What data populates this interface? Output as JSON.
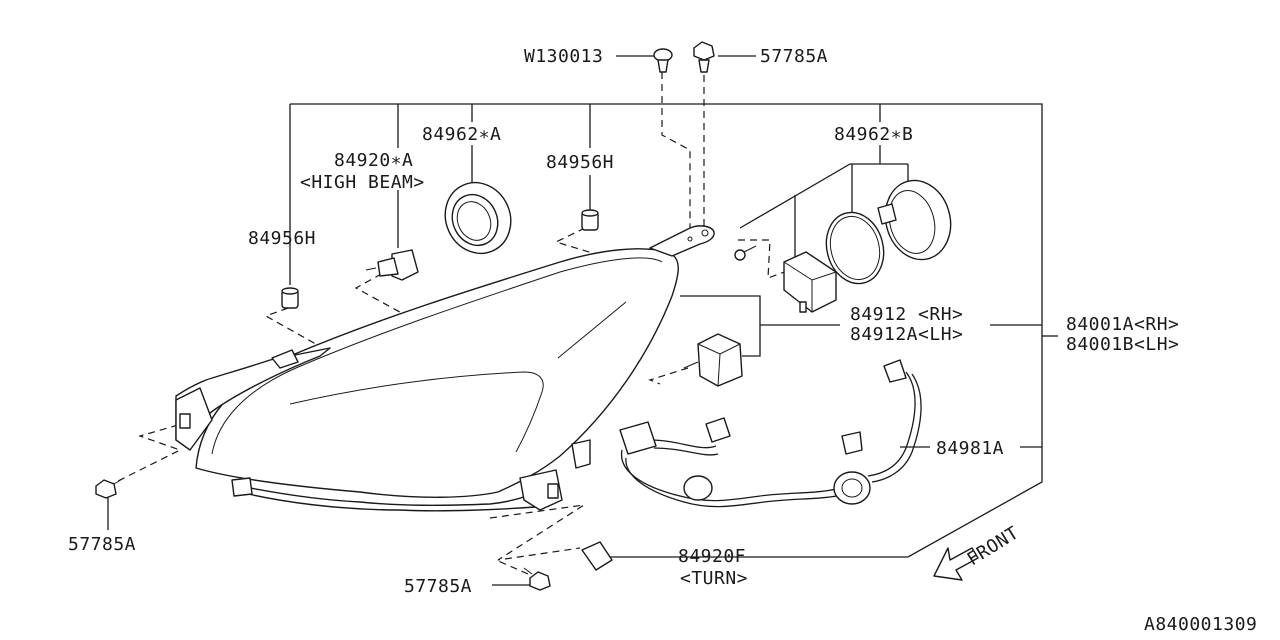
{
  "labels": {
    "w130013": "W130013",
    "p57785a_top": "57785A",
    "p84962a": "84962∗A",
    "p84962b": "84962∗B",
    "p84920a": "84920∗A",
    "high_beam": "<HIGH BEAM>",
    "p84956h_mid": "84956H",
    "p84956h_left": "84956H",
    "p84912_rh": "84912  <RH>",
    "p84912a_lh": "84912A<LH>",
    "p84001a_rh": "84001A<RH>",
    "p84001b_lh": "84001B<LH>",
    "p84981a": "84981A",
    "p57785a_left": "57785A",
    "p57785a_bottom": "57785A",
    "p84920f": "84920F",
    "turn": "<TURN>",
    "front": "FRONT",
    "diagram_id": "A840001309"
  }
}
